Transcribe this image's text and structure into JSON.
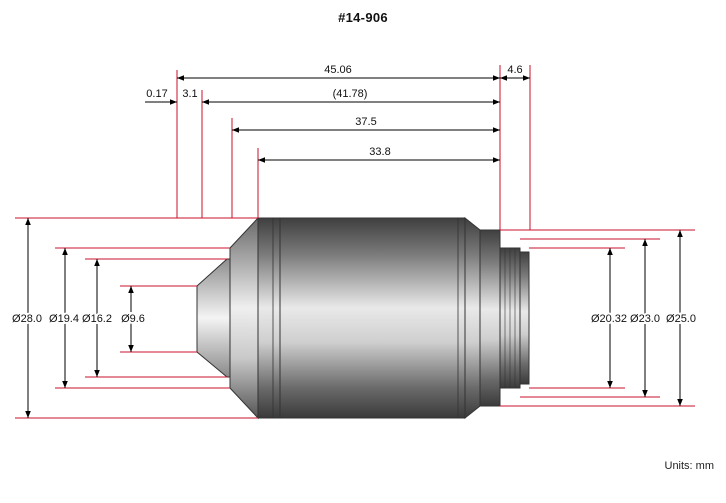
{
  "title": "#14-906",
  "units_label": "Units: mm",
  "colors": {
    "dimension_line": "#c8102e",
    "arrow": "#000000",
    "body_dark": "#4a4a4a",
    "body_light": "#e8e8e8"
  },
  "dimensions": {
    "top": {
      "d0": "45.06",
      "d1": "(41.78)",
      "d2": "37.5",
      "d3": "33.8",
      "d4": "4.6",
      "d5": "0.17",
      "d6": "3.1"
    },
    "left": {
      "d28": "Ø28.0",
      "d194": "Ø19.4",
      "d162": "Ø16.2",
      "d96": "Ø9.6"
    },
    "right": {
      "d2032": "Ø20.32",
      "d230": "Ø23.0",
      "d250": "Ø25.0"
    }
  }
}
